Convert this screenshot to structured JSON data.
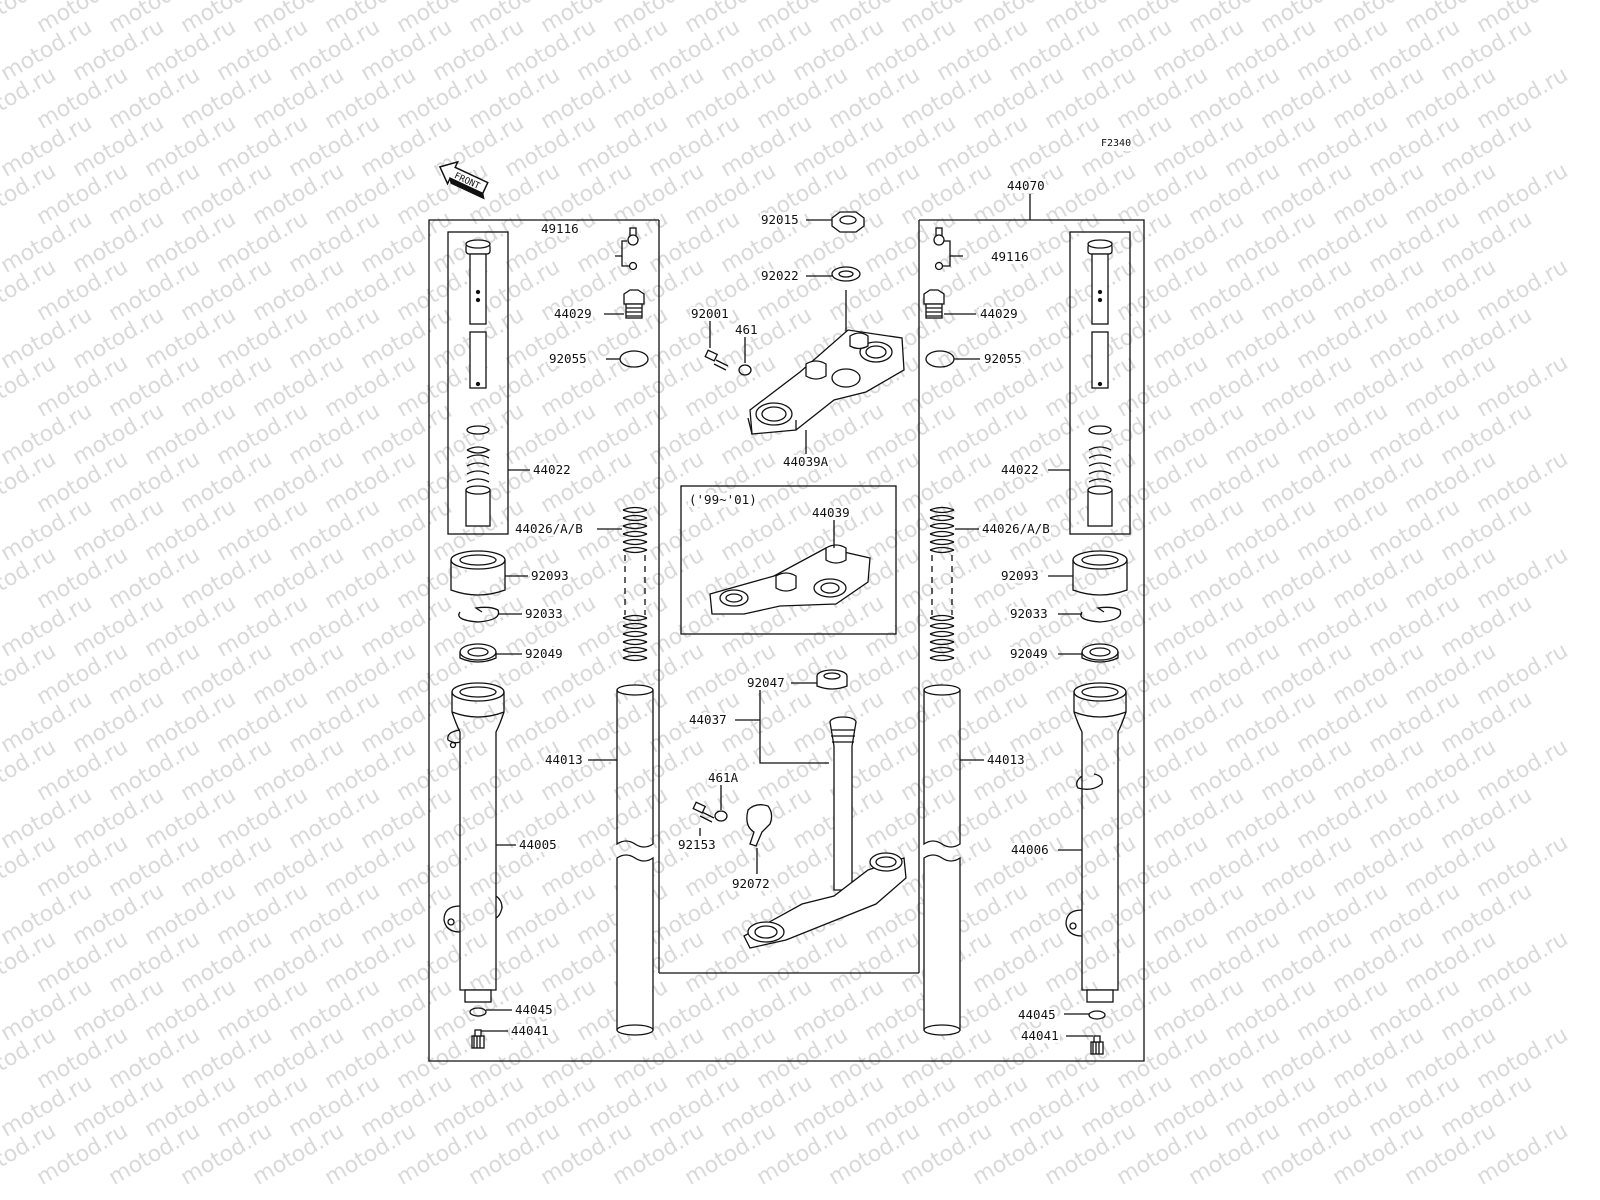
{
  "diagram": {
    "code": "F2340",
    "front_label": "FRONT",
    "inset_caption": "('99~'01)",
    "watermark": "motod.ru",
    "parts": {
      "p44070": "44070",
      "p92015": "92015",
      "p92022": "92022",
      "p92001": "92001",
      "p461": "461",
      "p44039A": "44039A",
      "p44039": "44039",
      "p49116_l": "49116",
      "p49116_r": "49116",
      "p44029_l": "44029",
      "p44029_r": "44029",
      "p92055_l": "92055",
      "p92055_r": "92055",
      "p44022_l": "44022",
      "p44022_r": "44022",
      "p44026_l": "44026/A/B",
      "p44026_r": "44026/A/B",
      "p92093_l": "92093",
      "p92093_r": "92093",
      "p92033_l": "92033",
      "p92033_r": "92033",
      "p92049_l": "92049",
      "p92049_r": "92049",
      "p92047": "92047",
      "p44037": "44037",
      "p44013_l": "44013",
      "p44013_r": "44013",
      "p461A": "461A",
      "p92153": "92153",
      "p92072": "92072",
      "p44005": "44005",
      "p44006": "44006",
      "p44045_l": "44045",
      "p44045_r": "44045",
      "p44041_l": "44041",
      "p44041_r": "44041"
    }
  }
}
